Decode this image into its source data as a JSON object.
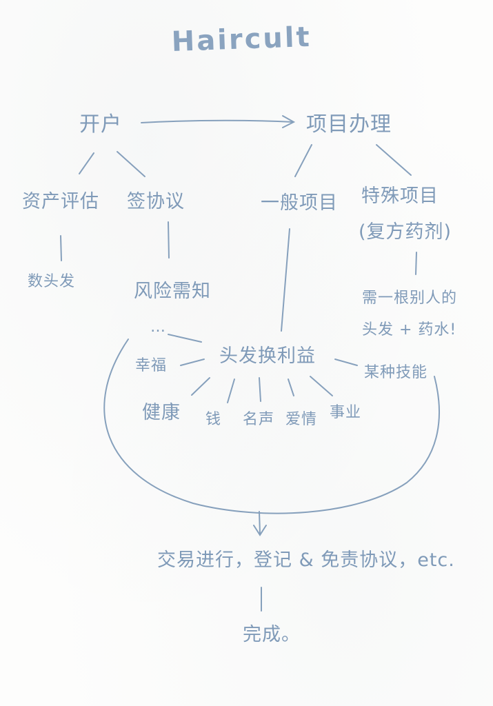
{
  "title": "Haircult",
  "nodes": {
    "open_account": "开户",
    "project_handling": "项目办理",
    "asset_assessment": "资产评估",
    "sign_agreement": "签协议",
    "general_project": "一般项目",
    "special_project": "特殊项目",
    "special_project_note": "(复方药剂)",
    "count_hair": "数头发",
    "risk_notice": "风险需知",
    "ellipsis": "…",
    "hair_exchange": "头发换利益",
    "happiness": "幸福",
    "skills": "某种技能",
    "health": "健康",
    "money": "钱",
    "fame": "名声",
    "love": "爱情",
    "career": "事业",
    "requirement_line1": "需一根别人的",
    "requirement_line2": "头发 + 药水!",
    "trade_step": "交易进行，登记 & 免责协议，etc.",
    "done": "完成。"
  },
  "colors": {
    "ink": "#7f9ab8"
  }
}
